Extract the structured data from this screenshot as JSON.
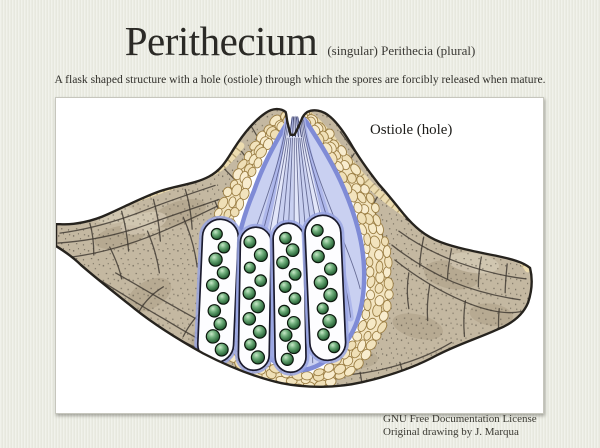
{
  "title": {
    "main": "Perithecium",
    "suffix": "(singular) Perithecia (plural)"
  },
  "subtitle": "A flask shaped structure with a hole (ostiole) through which the spores are forcibly released when mature.",
  "figure": {
    "label_ostiole": "Ostiole (hole)"
  },
  "attribution": {
    "line1": "GNU Free Documentation License",
    "line2": "Original drawing by J. Marqua"
  },
  "palette": {
    "slide_bg": "#eaebe1",
    "panel_bg": "#ffffff",
    "ink_outline": "#26231e",
    "tissue_tan": "#c4b8a1",
    "tissue_tan_dark": "#a89a81",
    "tissue_tan_light": "#d9ceba",
    "rim_cream": "#ecdcb0",
    "wall_beige": "#f3e5c1",
    "wall_cell_stroke": "#9c7f45",
    "asci_blue_light": "#c9d0f1",
    "asci_blue_dark": "#7f8bd6",
    "filament_line": "#4d527e",
    "spore_green": "#2f6b3e",
    "spore_green_light": "#c8e8c8"
  }
}
